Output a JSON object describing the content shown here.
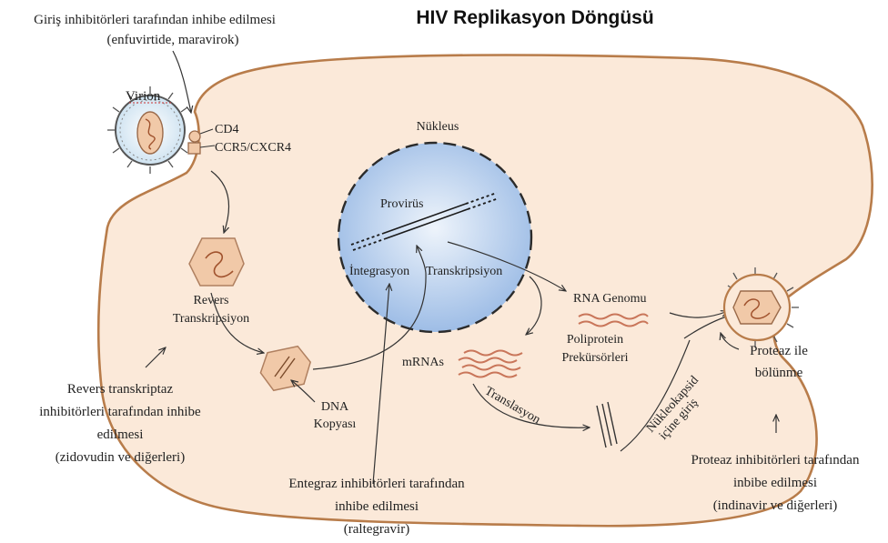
{
  "title": "HIV Replikasyon Döngüsü",
  "labels": {
    "entry_inhibitors_line1": "Giriş inhibitörleri tarafından inhibe edilmesi",
    "entry_inhibitors_line2": "(enfuvirtide, maravirok)",
    "virion": "Virion",
    "cd4": "CD4",
    "ccr5_cxcr4": "CCR5/CXCR4",
    "nucleus": "Nükleus",
    "provirus": "Provirüs",
    "integration": "İntegrasyon",
    "transcription": "Transkripsiyon",
    "rna_genome": "RNA Genomu",
    "reverse_transcription_line1": "Revers",
    "reverse_transcription_line2": "Transkripsiyon",
    "mrnas": "mRNAs",
    "polyprotein_line1": "Poliprotein",
    "polyprotein_line2": "Prekürsörleri",
    "translation": "Translasyon",
    "nucleocapsid_line1": "Nükleokapsid",
    "nucleocapsid_line2": "içine giriş",
    "dna_copy_line1": "DNA",
    "dna_copy_line2": "Kopyası",
    "protease_cleavage_line1": "Proteaz ile",
    "protease_cleavage_line2": "bölünme",
    "rt_inhibitors_line1": "Revers transkriptaz",
    "rt_inhibitors_line2": "inhibitörleri tarafından inhibe",
    "rt_inhibitors_line3": "edilmesi",
    "rt_inhibitors_line4": "(zidovudin ve diğerleri)",
    "integrase_inhibitors_line1": "Entegraz inhibitörleri tarafından",
    "integrase_inhibitors_line2": "inhibe edilmesi",
    "integrase_inhibitors_line3": "(raltegravir)",
    "protease_inhibitors_line1": "Proteaz inhibitörleri tarafından",
    "protease_inhibitors_line2": "inbibe edilmesi",
    "protease_inhibitors_line3": "(indinavir ve diğerleri)"
  },
  "colors": {
    "cell_fill": "#fbe9d9",
    "cell_border": "#b87c4a",
    "nucleus_fill": "#a9c6ea",
    "capsid": "#e9b48f",
    "rna": "#c9765a"
  }
}
